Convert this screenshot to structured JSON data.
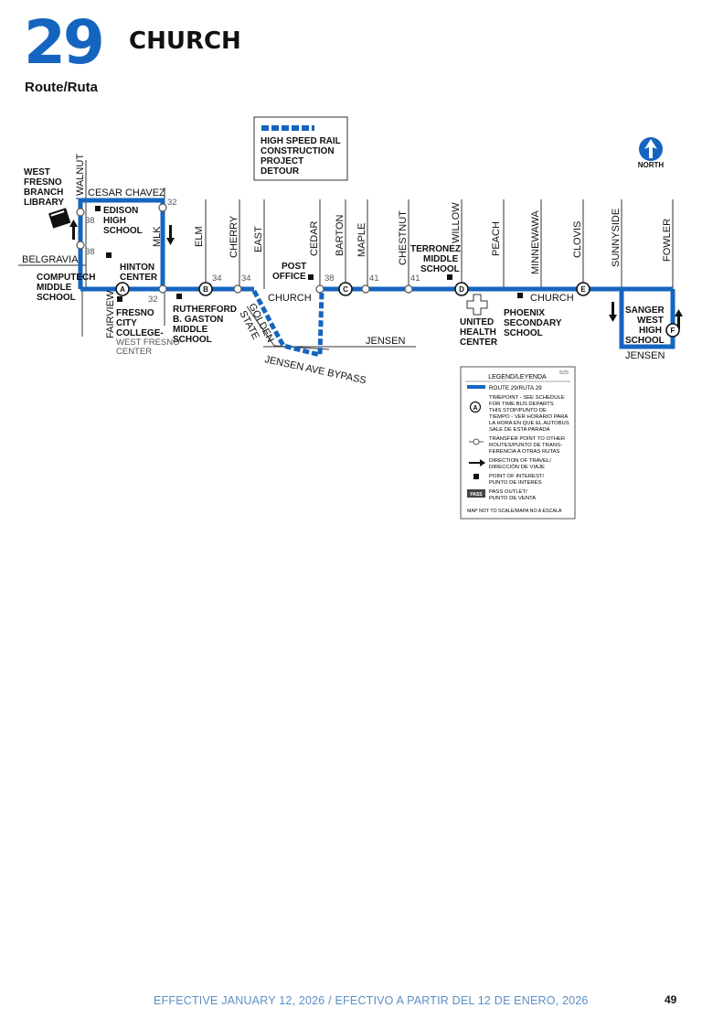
{
  "header": {
    "route_number": "29",
    "route_label": "Route/Ruta",
    "route_name": "CHURCH"
  },
  "detour_box": {
    "lines": [
      "HIGH SPEED RAIL",
      "CONSTRUCTION",
      "PROJECT",
      "DETOUR"
    ]
  },
  "north_label": "NORTH",
  "streets": {
    "walnut": "WALNUT",
    "cesar_chavez": "CESAR CHAVEZ",
    "belgravia": "BELGRAVIA",
    "fairview": "FAIRVIEW",
    "mlk": "MLK",
    "elm": "ELM",
    "cherry": "CHERRY",
    "east": "EAST",
    "cedar": "CEDAR",
    "barton": "BARTON",
    "maple": "MAPLE",
    "chestnut": "CHESTNUT",
    "willow": "WILLOW",
    "peach": "PEACH",
    "minnewawa": "MINNEWAWA",
    "clovis": "CLOVIS",
    "sunnyside": "SUNNYSIDE",
    "fowler": "FOWLER",
    "church_1": "CHURCH",
    "church_2": "CHURCH",
    "jensen_1": "JENSEN",
    "jensen_2": "JENSEN",
    "golden": "GOLDEN",
    "state": "STATE",
    "jensen_bypass": "JENSEN AVE BYPASS"
  },
  "transfers": {
    "t38a": "38",
    "t38b": "38",
    "t32a": "32",
    "t32b": "32",
    "t34a": "34",
    "t34b": "34",
    "t38c": "38",
    "t41a": "41",
    "t41b": "41"
  },
  "timepoints": {
    "a": "A",
    "b": "B",
    "c": "C",
    "d": "D",
    "e": "E",
    "f": "F"
  },
  "points_of_interest": {
    "library": [
      "WEST",
      "FRESNO",
      "BRANCH",
      "LIBRARY"
    ],
    "edison": [
      "EDISON",
      "HIGH",
      "SCHOOL"
    ],
    "hinton": [
      "HINTON",
      "CENTER"
    ],
    "computech": [
      "COMPUTECH",
      "MIDDLE",
      "SCHOOL"
    ],
    "fresno_city": [
      "FRESNO",
      "CITY",
      "COLLEGE-"
    ],
    "fresno_city_sub": [
      "WEST FRESNO",
      "CENTER"
    ],
    "rutherford": [
      "RUTHERFORD",
      "B. GASTON",
      "MIDDLE",
      "SCHOOL"
    ],
    "post_office": [
      "POST",
      "OFFICE"
    ],
    "terronez": [
      "TERRONEZ",
      "MIDDLE",
      "SCHOOL"
    ],
    "united_health": [
      "UNITED",
      "HEALTH",
      "CENTER"
    ],
    "phoenix": [
      "PHOENIX",
      "SECONDARY",
      "SCHOOL"
    ],
    "sanger": [
      "SANGER",
      "WEST",
      "HIGH",
      "SCHOOL"
    ]
  },
  "legend": {
    "date_code": "6/25",
    "title": "LEGEND/LEYENDA",
    "route": "ROUTE 29/RUTA 29",
    "timepoint_letter": "A",
    "timepoint": [
      "TIMEPOINT - SEE SCHEDULE",
      "FOR TIME BUS DEPARTS",
      "THIS STOP/PUNTO DE",
      "TIEMPO - VER HORARIO PARA",
      "LA HORA EN QUE EL AUTOBUS",
      "SALE DE ESTA PARADA"
    ],
    "transfer": [
      "TRANSFER POINT TO OTHER",
      "ROUTES/PUNTO DE TRANS-",
      "FERENCIA A OTRAS RUTAS"
    ],
    "direction": [
      "DIRECTION OF TRAVEL/",
      "DIRECCIÓN DE VIAJE"
    ],
    "poi": [
      "POINT OF INTEREST/",
      "PUNTO DE INTERÉS"
    ],
    "pass_icon": "PASS",
    "pass": [
      "PASS OUTLET/",
      "PUNTO DE VENTA"
    ],
    "scale": "MAP NOT TO SCALE/MAPA NO A ESCALA"
  },
  "colors": {
    "route": "#1565c0",
    "footer": "#5b8fc7"
  },
  "footer": "EFFECTIVE JANUARY 12, 2026 / EFECTIVO A PARTIR DEL 12 DE ENERO, 2026",
  "page_number": "49"
}
